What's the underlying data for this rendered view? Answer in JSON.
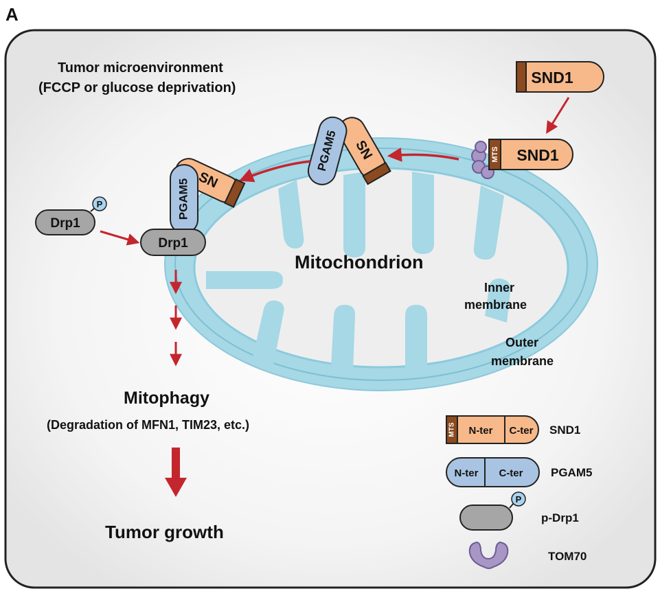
{
  "panel_label": "A",
  "environment": {
    "line1": "Tumor microenvironment",
    "line2": "(FCCP or glucose deprivation)"
  },
  "proteins": {
    "snd1": "SND1",
    "snd_truncated": "SN",
    "mts": "MTS",
    "pgam5": "PGAM5",
    "drp1": "Drp1",
    "phospho": "P"
  },
  "mitochondrion": {
    "title": "Mitochondrion",
    "inner_line1": "Inner",
    "inner_line2": "membrane",
    "outer_line1": "Outer",
    "outer_line2": "membrane"
  },
  "outcomes": {
    "mitophagy": "Mitophagy",
    "mitophagy_detail": "(Degradation of MFN1, TIM23, etc.)",
    "growth": "Tumor growth"
  },
  "legend": {
    "snd1": {
      "mts": "MTS",
      "nter": "N-ter",
      "cter": "C-ter",
      "label": "SND1"
    },
    "pgam5": {
      "nter": "N-ter",
      "cter": "C-ter",
      "label": "PGAM5"
    },
    "pdrp1": {
      "phospho": "P",
      "label": "p-Drp1"
    },
    "tom70": {
      "label": "TOM70"
    }
  },
  "colors": {
    "snd1_fill": "#f7b98a",
    "mts_fill": "#8b4a1f",
    "pgam5_fill": "#a9c4e2",
    "drp1_fill": "#a6a6a6",
    "phospho_fill": "#a9d3f0",
    "tom70_fill": "#a796c6",
    "membrane_outer": "#a6d8e6",
    "matrix_fill": "#eeeeee",
    "arrow": "#c4262e",
    "cell_fill": "#f2f2f2"
  }
}
